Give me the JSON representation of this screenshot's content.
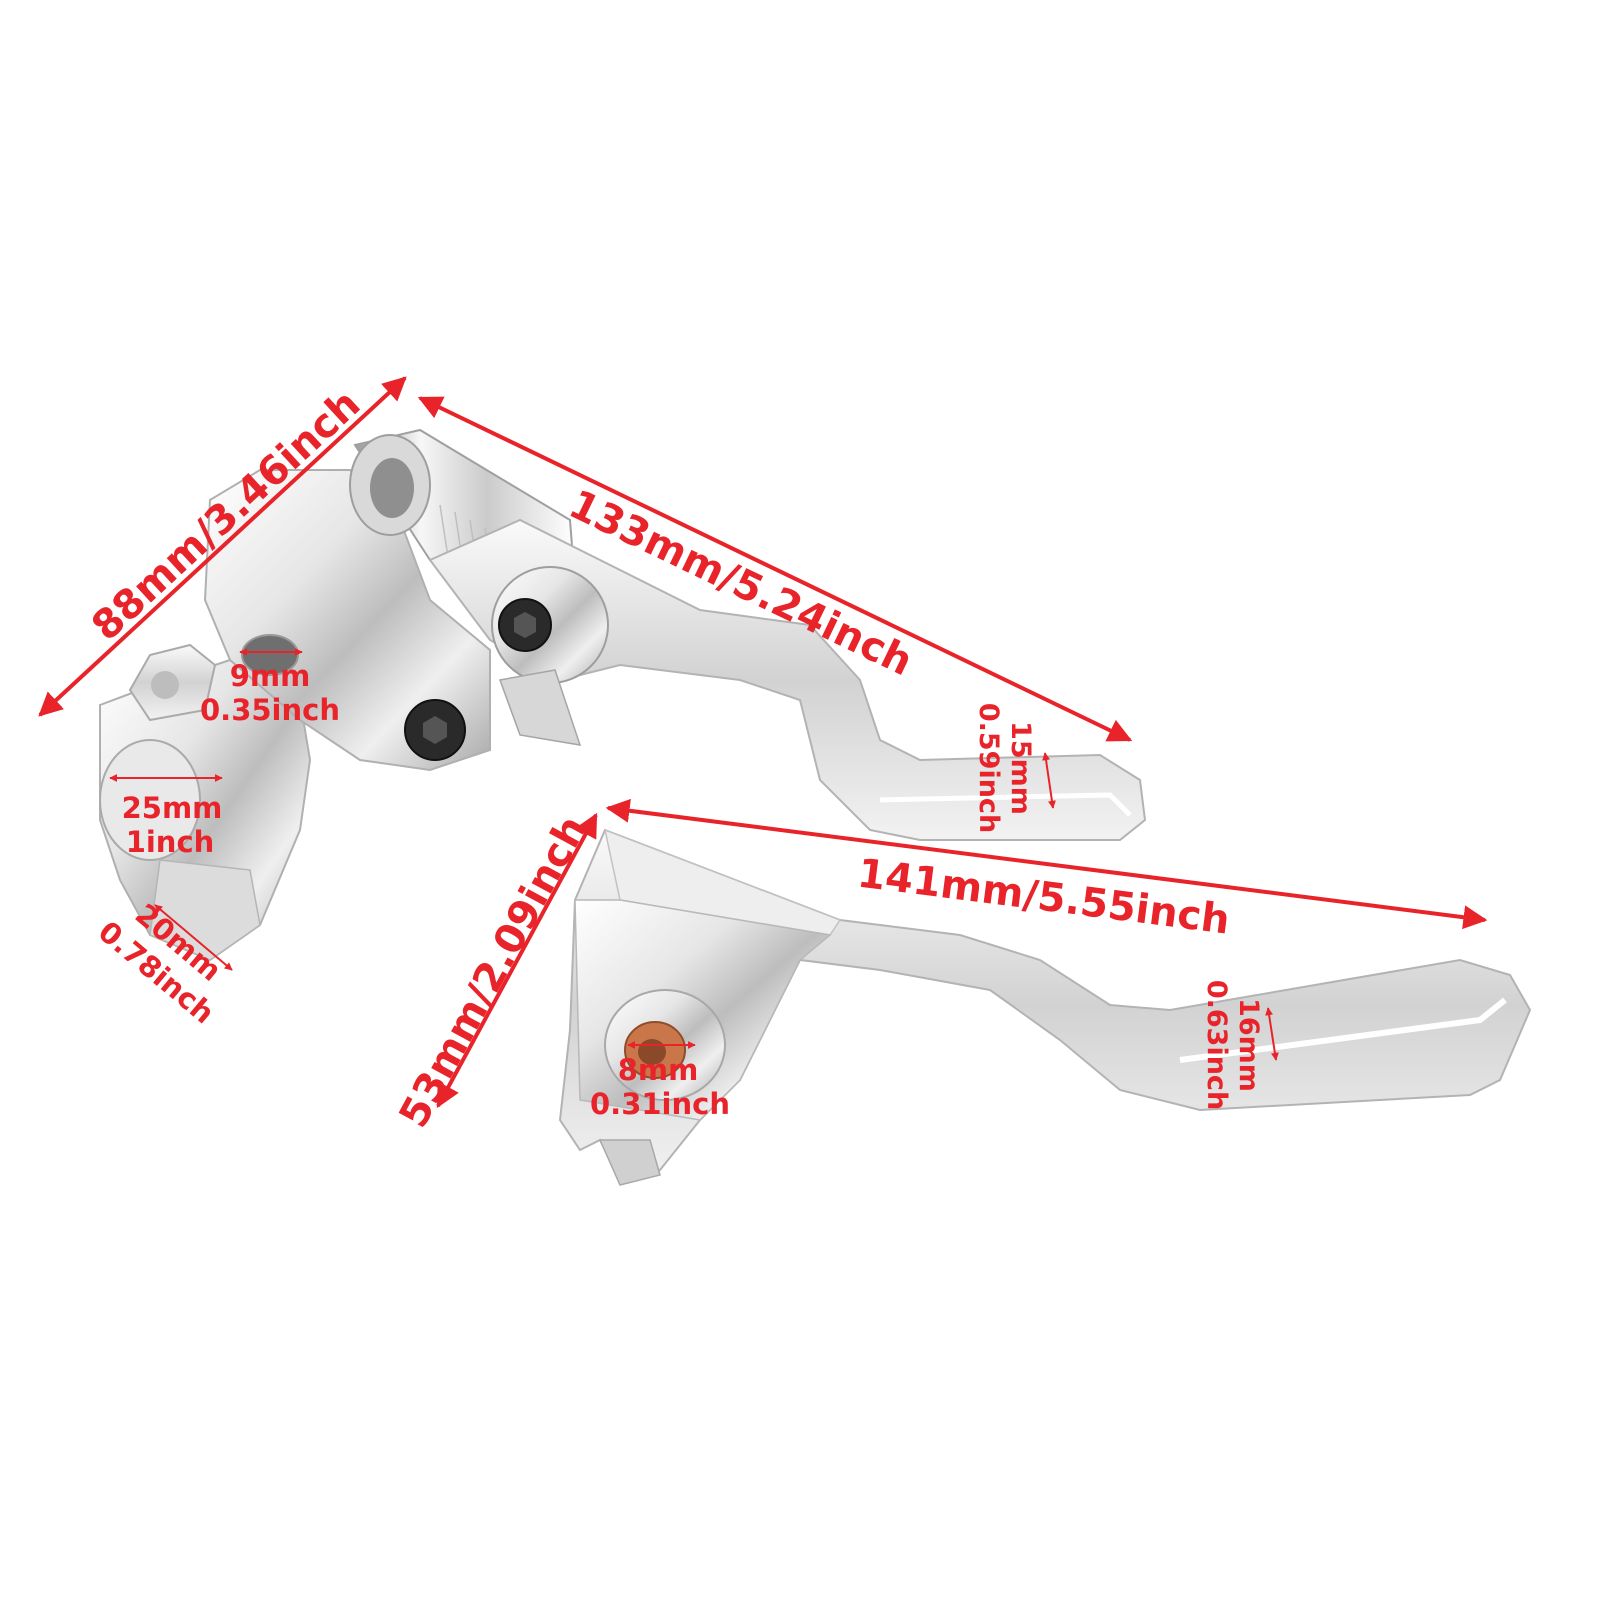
{
  "colors": {
    "dimension": "#e8232a",
    "chrome_light": "#f4f4f4",
    "chrome_mid": "#cfcfcf",
    "chrome_dark": "#9a9a9a",
    "bolt": "#2a2a2a",
    "copper": "#c9774a"
  },
  "lever_top": {
    "length": "133mm/5.24inch",
    "height": "88mm/3.46inch",
    "tip_width_mm": "15mm",
    "tip_width_in": "0.59inch",
    "bore_mm": "9mm",
    "bore_in": "0.35inch",
    "clamp_mm": "25mm",
    "clamp_in": "1inch",
    "body_mm": "20mm",
    "body_in": "0.78inch"
  },
  "lever_bottom": {
    "length": "141mm/5.55inch",
    "height": "53mm/2.09inch",
    "tip_width_mm": "16mm",
    "tip_width_in": "0.63inch",
    "bore_mm": "8mm",
    "bore_in": "0.31inch"
  }
}
